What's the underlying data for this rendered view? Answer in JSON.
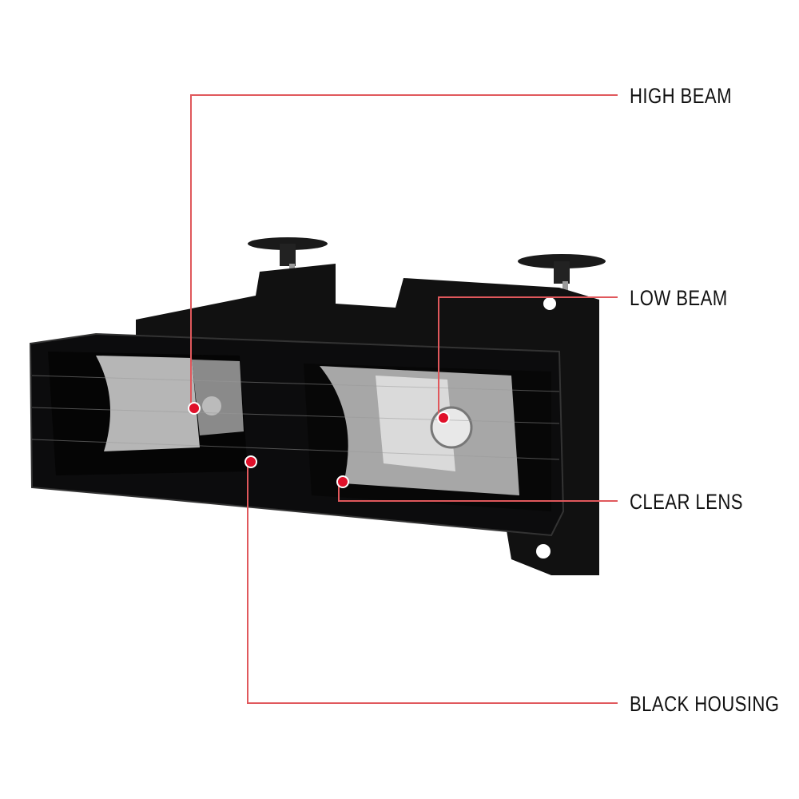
{
  "callouts": [
    {
      "label": "HIGH BEAM"
    },
    {
      "label": "LOW BEAM"
    },
    {
      "label": "CLEAR LENS"
    },
    {
      "label": "BLACK HOUSING"
    }
  ],
  "colors": {
    "callout_line": "#e0585c",
    "dot": "#e0102a",
    "housing": "#0c0c0d",
    "text": "#111111"
  }
}
